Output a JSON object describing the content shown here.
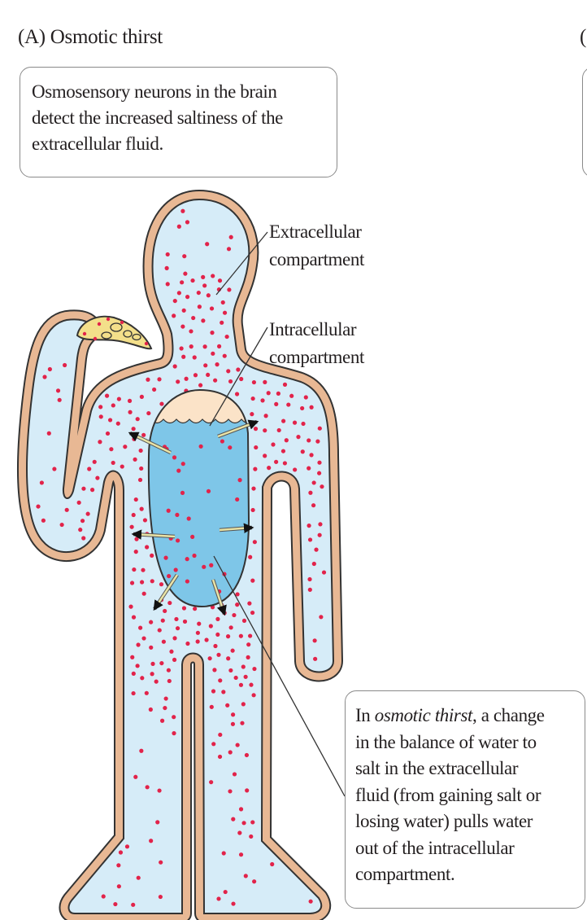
{
  "panel": {
    "title": "(A) Osmotic thirst",
    "next_panel_fragment": "("
  },
  "callout_top": {
    "lines": [
      "Osmosensory neurons in the brain",
      "detect the increased saltiness of the",
      "extracellular fluid."
    ]
  },
  "labels": {
    "extracellular": [
      "Extracellular",
      "compartment"
    ],
    "intracellular": [
      "Intracellular",
      "compartment"
    ]
  },
  "callout_bottom": {
    "prefix": "In ",
    "term": "osmotic thirst",
    "line1_rest": ", a change",
    "lines": [
      "in the balance of water to",
      "salt in the extracellular",
      "fluid (from gaining salt or",
      "losing water) pulls water",
      "out of the intracellular",
      "compartment."
    ]
  },
  "colors": {
    "extracellular_fluid": "#d6ecf8",
    "intracellular_fluid": "#7ec6e8",
    "skin": "#e8b894",
    "solute_dots": "#e2234a",
    "cell_cap": "#fbe3c8",
    "arrow_shaft": "#e9e3a6",
    "pizza": "#f3df8a"
  }
}
